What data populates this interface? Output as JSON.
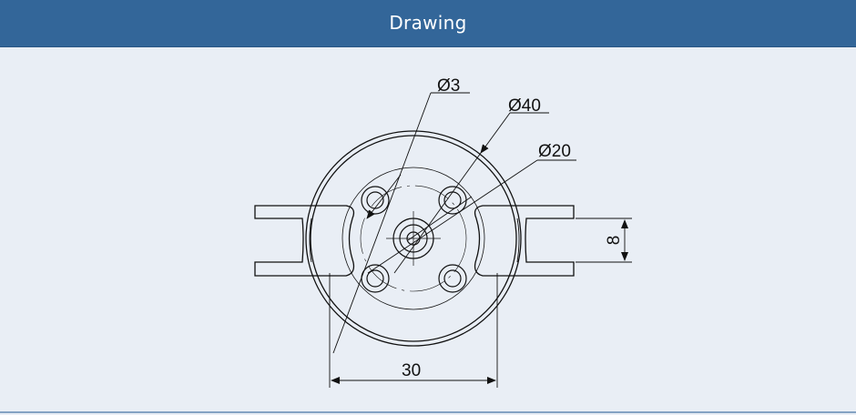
{
  "header": {
    "title": "Drawing"
  },
  "dimensions": {
    "hole_dia": "Ø3",
    "outer_dia": "Ø40",
    "bolt_circle_dia": "Ø20",
    "width": "30",
    "slot": "8"
  }
}
